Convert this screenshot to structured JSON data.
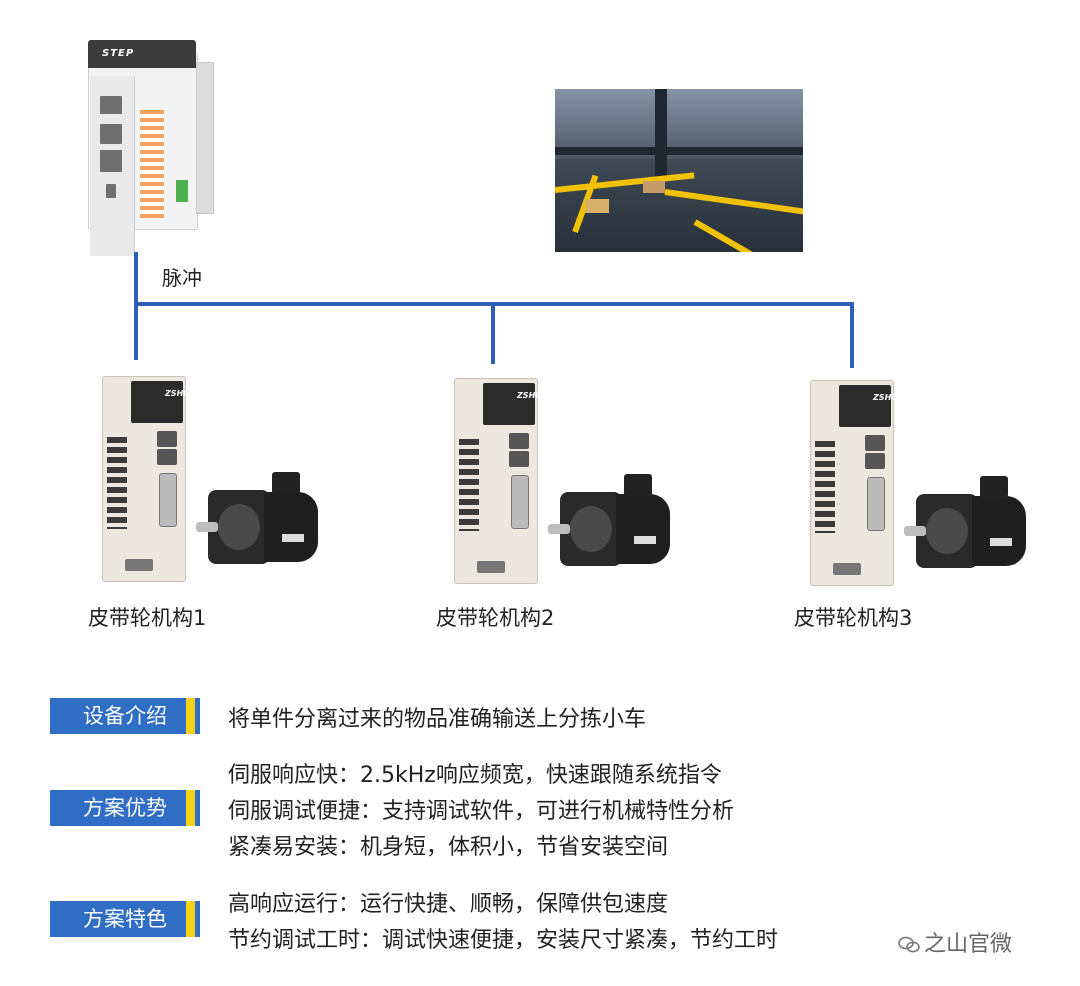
{
  "plc": {
    "brand": "STEP"
  },
  "pulse_label": "脉冲",
  "drive_brand": "ZSHC",
  "mechanisms": [
    {
      "label": "皮带轮机构1"
    },
    {
      "label": "皮带轮机构2"
    },
    {
      "label": "皮带轮机构3"
    }
  ],
  "sections": [
    {
      "tag": "设备介绍",
      "lines": [
        "将单件分离过来的物品准确输送上分拣小车"
      ]
    },
    {
      "tag": "方案优势",
      "lines": [
        "伺服响应快：2.5kHz响应频宽，快速跟随系统指令",
        "伺服调试便捷：支持调试软件，可进行机械特性分析",
        "紧凑易安装：机身短，体积小，节省安装空间"
      ]
    },
    {
      "tag": "方案特色",
      "lines": [
        "高响应运行：运行快捷、顺畅，保障供包速度",
        "节约调试工时：调试快速便捷，安装尺寸紧凑，节约工时"
      ]
    }
  ],
  "watermark": "之山官微",
  "colors": {
    "line_blue": "#2f5fb8",
    "tag_blue": "#2f6ec4",
    "tag_yellow": "#f7d117"
  }
}
